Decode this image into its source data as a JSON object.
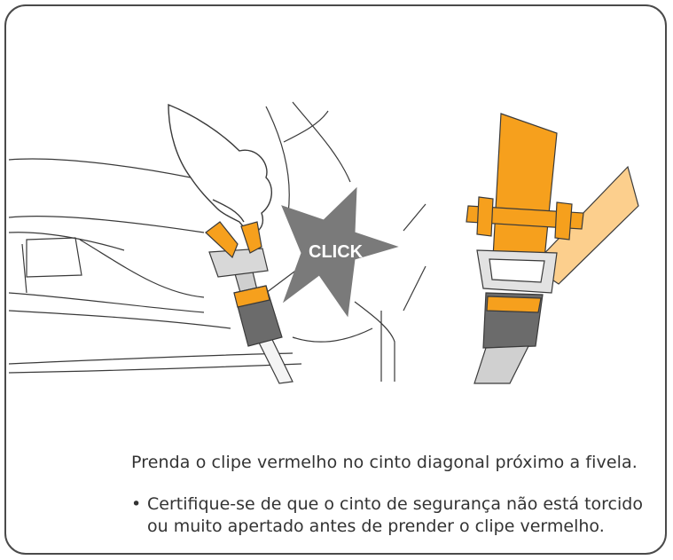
{
  "illustration": {
    "click_label": "CLICK"
  },
  "caption": "Prenda o clipe vermelho no cinto diagonal próximo a fivela.",
  "bullets": [
    "Certifique-se de que o cinto de segurança não está torcido ou muito apertado antes de prender o clipe vermelho."
  ],
  "colors": {
    "accent_orange": "#f6a01d",
    "light_orange": "#fccf8d",
    "buckle_grey": "#6b6b6b",
    "stroke": "#3a3a3a"
  }
}
